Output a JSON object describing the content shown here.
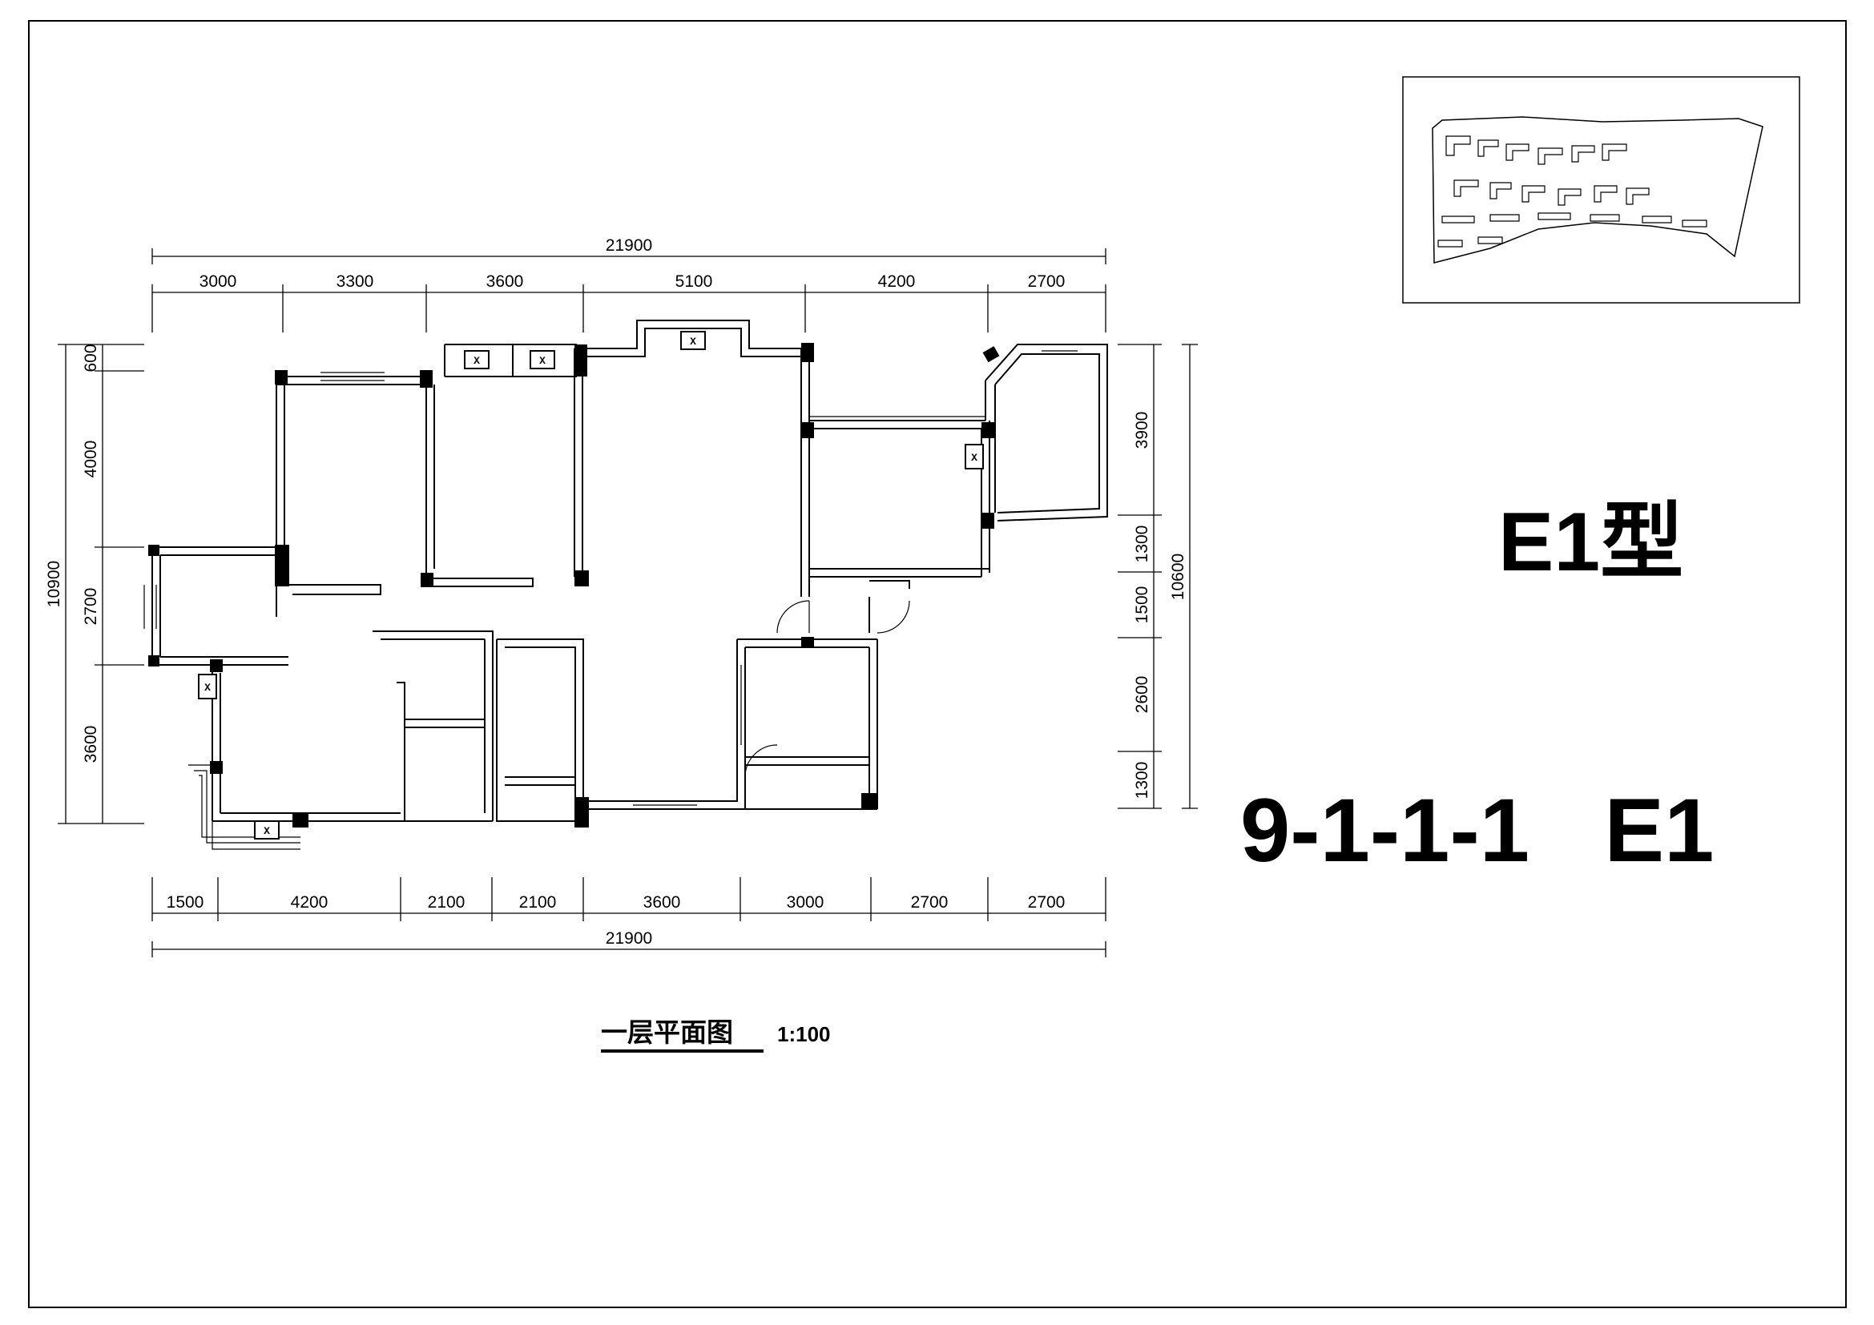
{
  "drawing": {
    "type_label": "E1型",
    "unit_code": "9-1-1-1   E1",
    "plan_title": "一层平面图",
    "plan_scale": "1:100"
  },
  "dimensions": {
    "top_total": "21900",
    "top_segments": [
      "3000",
      "3300",
      "3600",
      "5100",
      "4200",
      "2700"
    ],
    "bottom_total": "21900",
    "bottom_segments": [
      "1500",
      "4200",
      "2100",
      "2100",
      "3600",
      "3000",
      "2700",
      "2700"
    ],
    "left_total": "10900",
    "left_segments": [
      "600",
      "4000",
      "2700",
      "3600"
    ],
    "right_total": "10600",
    "right_segments": [
      "3900",
      "1300",
      "1500",
      "2600",
      "1300"
    ]
  },
  "markers": {
    "ac_unit": "X"
  }
}
